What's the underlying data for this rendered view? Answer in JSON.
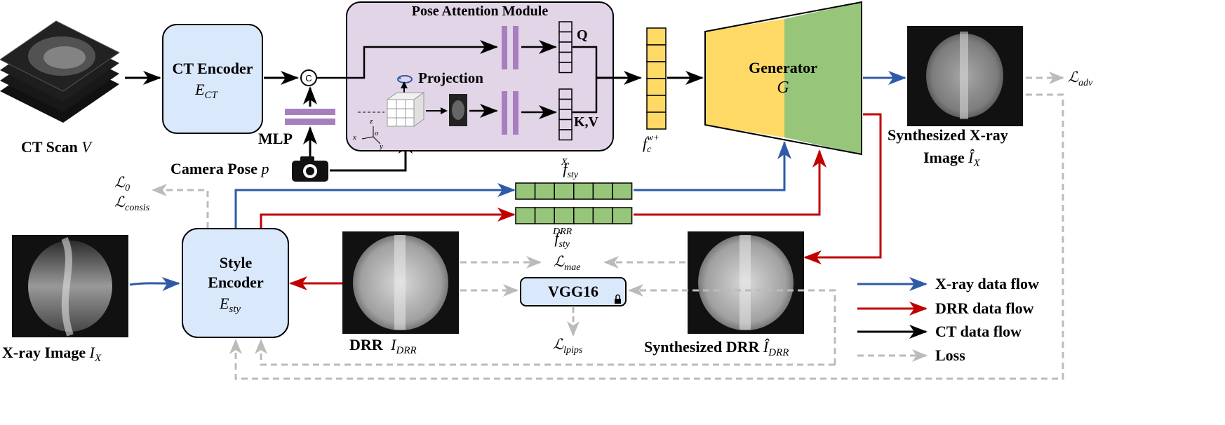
{
  "ct_scan": {
    "label": "CT Scan",
    "var": "V"
  },
  "ct_encoder": {
    "line1": "CT Encoder",
    "sym": "E",
    "sub": "CT"
  },
  "mlp": {
    "label": "MLP"
  },
  "concat": {
    "symbol": "C"
  },
  "camera_pose": {
    "label": "Camera Pose",
    "var": "p"
  },
  "pam": {
    "title": "Pose Attention Module",
    "projection": "Projection",
    "q": "Q",
    "kv": "K,V",
    "axis_z": "z",
    "axis_x": "x",
    "axis_y": "y",
    "axis_o": "o"
  },
  "fc": {
    "sym": "f",
    "sub": "c",
    "sup": "w+"
  },
  "generator": {
    "line1": "Generator",
    "sym": "G"
  },
  "synth_xray": {
    "line1": "Synthesized X-ray",
    "line2": "Image",
    "sym": "Î",
    "sub": "X"
  },
  "loss_adv": {
    "sym": "ℒ",
    "sub": "adv"
  },
  "loss_0": {
    "sym": "ℒ",
    "sub": "0"
  },
  "loss_consis": {
    "sym": "ℒ",
    "sub": "consis"
  },
  "f_sty_x": {
    "sym": "f",
    "sub": "sty",
    "sup": "X"
  },
  "f_sty_drr": {
    "sym": "f",
    "sub": "sty",
    "sup": "DRR"
  },
  "xray_input": {
    "label": "X-ray Image",
    "sym": "I",
    "sub": "X"
  },
  "style_encoder": {
    "line1": "Style",
    "line2": "Encoder",
    "sym": "E",
    "sub": "sty"
  },
  "drr": {
    "label": "DRR",
    "sym": "I",
    "sub": "DRR"
  },
  "loss_mae": {
    "sym": "ℒ",
    "sub": "mae"
  },
  "vgg": {
    "label": "VGG16"
  },
  "loss_lpips": {
    "sym": "ℒ",
    "sub": "lpips"
  },
  "synth_drr": {
    "label": "Synthesized DRR",
    "sym": "Î",
    "sub": "DRR"
  },
  "legend": [
    {
      "label": "X-ray data flow",
      "color": "#2e5aa8"
    },
    {
      "label": "DRR data flow",
      "color": "#c00000"
    },
    {
      "label": "CT data flow",
      "color": "#000000"
    },
    {
      "label": "Loss",
      "color": "#bbbbbb"
    }
  ],
  "colors": {
    "xray": "#2e5aa8",
    "drr": "#c00000",
    "ct": "#000000",
    "loss": "#bbbbbb",
    "encoder_fill": "#dae8fc",
    "pam_fill": "#e1d5e7",
    "generator_left": "#ffd966",
    "generator_right": "#97c67b",
    "feature_fill": "#97c67b",
    "fc_fill": "#ffd966",
    "mlp_fill": "#a77fbf"
  }
}
